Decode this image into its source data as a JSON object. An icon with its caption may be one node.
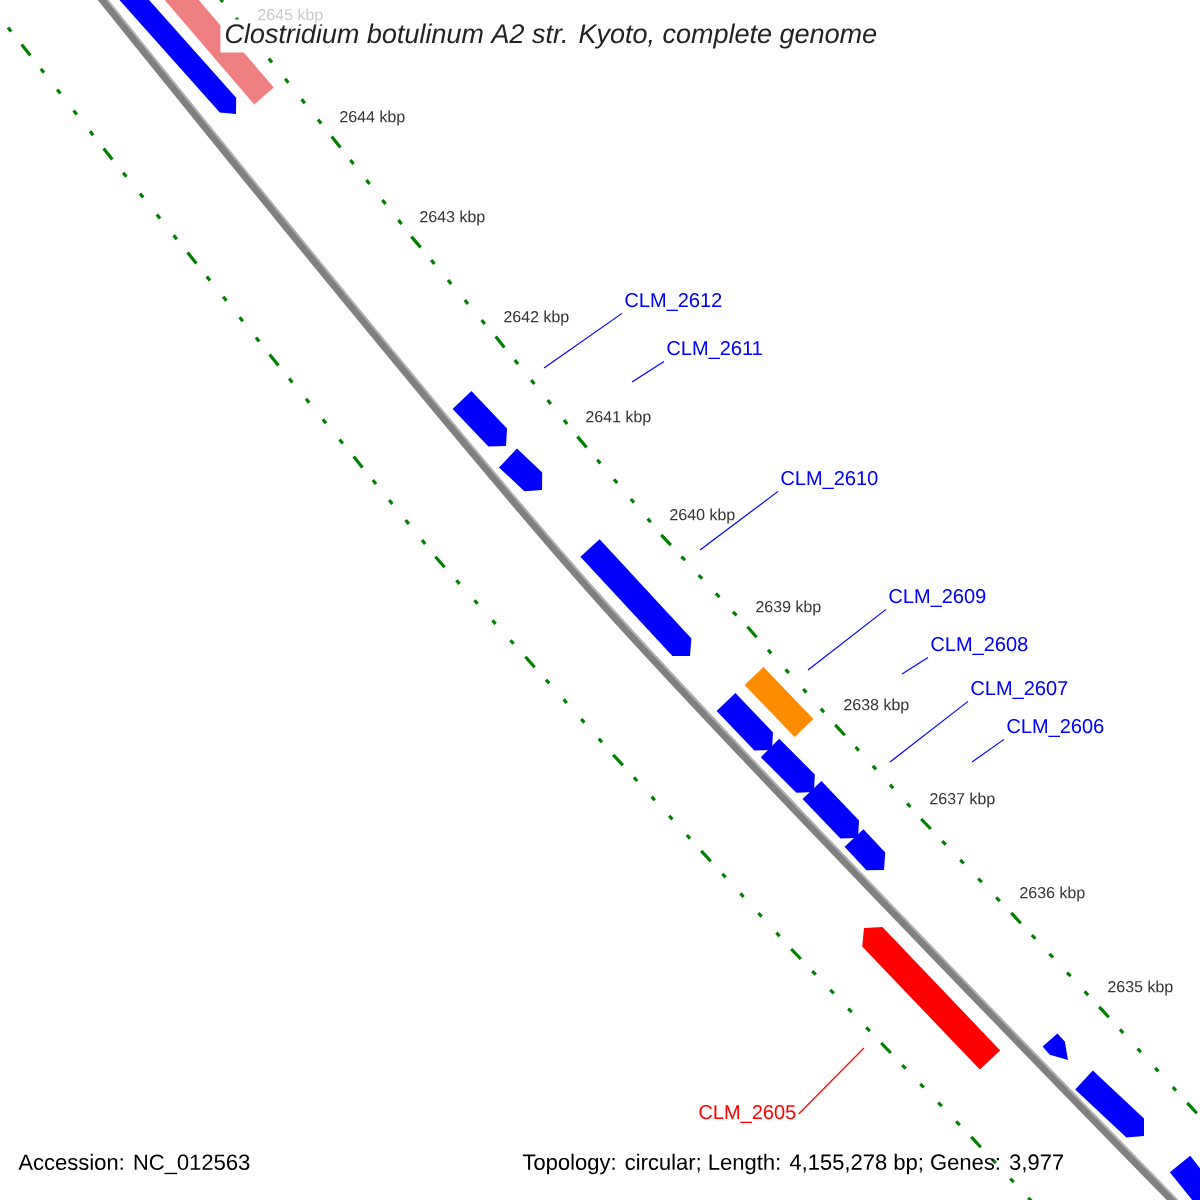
{
  "diagram": {
    "title": "Clostridium botulinum A2 str. Kyoto, complete genome",
    "nodes": [
      {
        "text": [
          "CLM_2612"
        ]
      },
      {
        "text": [
          "CLM_2611"
        ]
      },
      {
        "text": [
          "CLM_2610"
        ]
      },
      {
        "text": [
          "CLM_2609"
        ]
      },
      {
        "text": [
          "CLM_2608"
        ]
      },
      {
        "text": [
          "CLM_2607"
        ]
      },
      {
        "text": [
          "CLM_2606"
        ]
      },
      {
        "text": [
          "CLM_2605"
        ]
      }
    ],
    "edges": [
      {
        "from": 0,
        "to": null,
        "arrow": "none"
      },
      {
        "from": 1,
        "to": null,
        "arrow": "none"
      },
      {
        "from": 2,
        "to": null,
        "arrow": "none"
      },
      {
        "from": 3,
        "to": null,
        "arrow": "none"
      },
      {
        "from": 4,
        "to": null,
        "arrow": "none"
      },
      {
        "from": 5,
        "to": null,
        "arrow": "none"
      },
      {
        "from": 6,
        "to": null,
        "arrow": "none"
      },
      {
        "from": 7,
        "to": null,
        "arrow": "none",
        "color": "#ff0000"
      }
    ],
    "labels": [
      "2645 kbp",
      "2644 kbp",
      "2643 kbp",
      "2642 kbp",
      "2641 kbp",
      "2640 kbp",
      "2639 kbp",
      "2638 kbp",
      "2637 kbp",
      "2636 kbp",
      "2635 kbp",
      "Accession: NC_012563",
      "Topology: circular; Length: 4,155,278 bp; Genes: 3,977"
    ]
  }
}
